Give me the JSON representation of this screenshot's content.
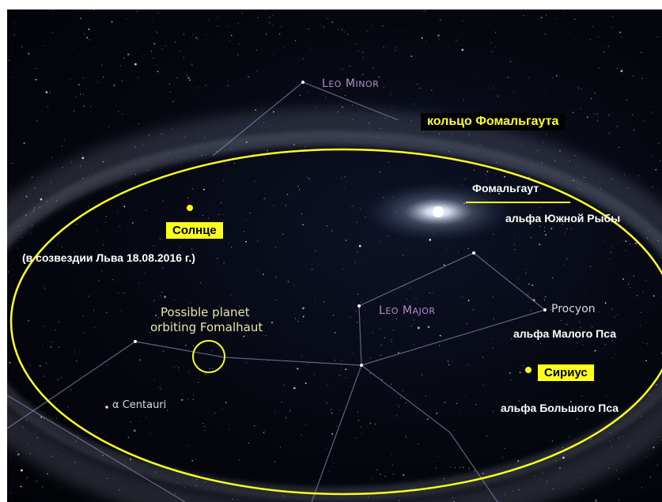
{
  "labels": {
    "ring": "кольцо Фомальгаута",
    "fomalhaut": "Фомальгаут",
    "fomalhaut_desc": "альфа Южной Рыбы",
    "sun": "Солнце",
    "sun_desc": "(в созвездии Льва 18.08.2016 г.)",
    "leo_minor_first": "L",
    "leo_minor_rest": "EO",
    "leo_minor_first2": "M",
    "leo_minor_rest2": "INOR",
    "leo_major_first": "L",
    "leo_major_rest": "EO",
    "leo_major_first2": "M",
    "leo_major_rest2": "AJOR",
    "planet_line1": "Possible planet",
    "planet_line2": "orbiting Fomalhaut",
    "procyon": "Procyon",
    "procyon_desc": "альфа Малого Пса",
    "sirius": "Сириус",
    "sirius_desc": "альфа Большого Пса",
    "alpha_centauri": "α Centauri"
  },
  "colors": {
    "annotation_yellow": "#ffff1e",
    "constellation_line": "#8c86b8",
    "ring_dust": "#9aa3b5",
    "background": "#04060d"
  }
}
